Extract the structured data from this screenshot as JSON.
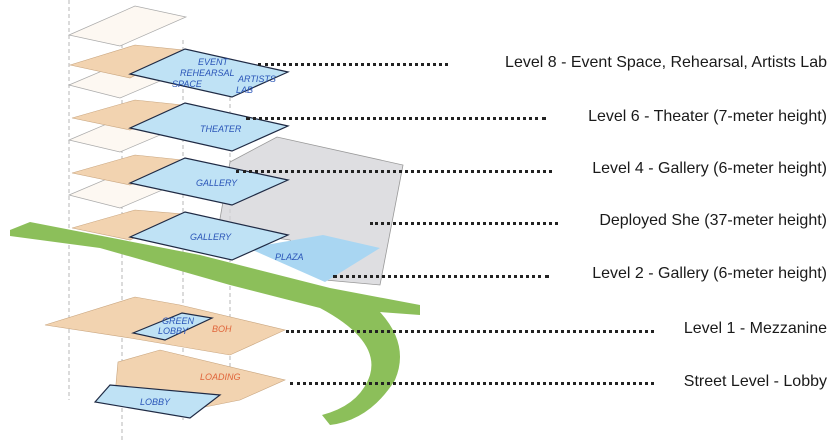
{
  "levels": [
    {
      "label": "Level 8 - Event Space, Rehearsal, Artists Lab"
    },
    {
      "label": "Level 6 - Theater (7-meter height)"
    },
    {
      "label": "Level 4 - Gallery (6-meter height)"
    },
    {
      "label": "Deployed She (37-meter height)"
    },
    {
      "label": "Level 2 - Gallery (6-meter height)"
    },
    {
      "label": "Level 1 - Mezzanine"
    },
    {
      "label": "Street Level - Lobby"
    }
  ],
  "plan_labels": {
    "event": "EVENT",
    "rehearsal": "REHEARSAL",
    "space": "SPACE",
    "artists": "ARTISTS",
    "lab": "LAB",
    "theater": "THEATER",
    "gallery4": "GALLERY",
    "gallery2": "GALLERY",
    "plaza": "PLAZA",
    "green": "GREEN",
    "lobby1": "LOBBY",
    "boh": "BOH",
    "loading": "LOADING",
    "lobby": "LOBBY"
  },
  "colors": {
    "floor": "#f2d3b0",
    "room": "#bfe2f5",
    "green": "#8cbf5a",
    "shell": "#cfcfd3",
    "label": "#2a55b8"
  }
}
